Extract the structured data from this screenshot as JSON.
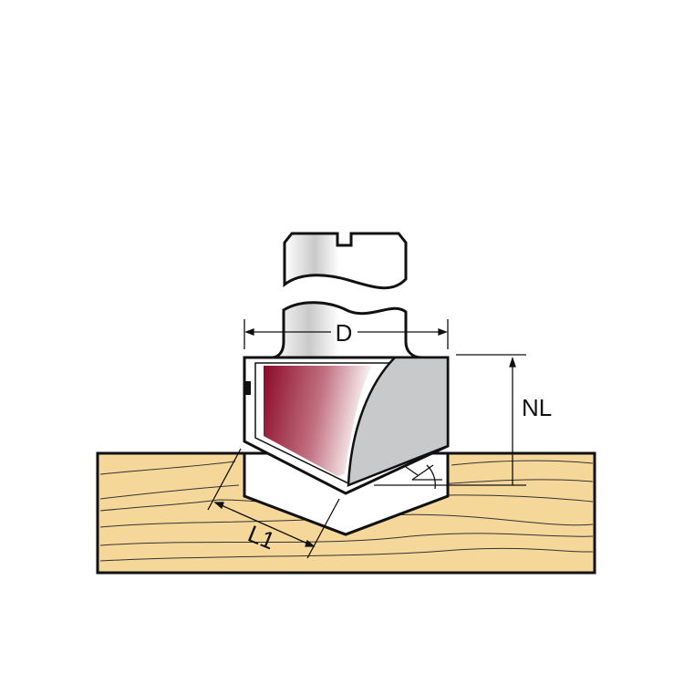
{
  "diagram": {
    "labels": {
      "diameter": "D",
      "cutting_depth": "NL",
      "cutting_length": "L1"
    },
    "colors": {
      "wood": "#f5d79a",
      "cutter_face": "#c8c9cb",
      "cutting_edge": "#8b0a2a",
      "outline": "#111111"
    }
  }
}
